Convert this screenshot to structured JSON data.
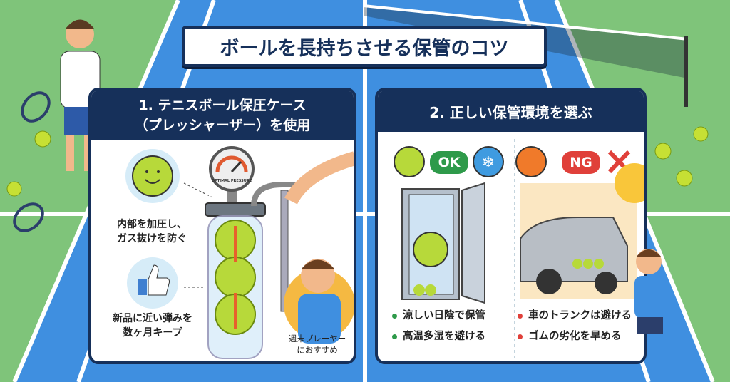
{
  "title": "ボールを長持ちさせる保管のコツ",
  "colors": {
    "navy": "#16305a",
    "ok": "#2e9a4a",
    "ng": "#e0403a",
    "ball": "#b7d93a",
    "court": "#3f8fe0",
    "grass": "#7fc47a"
  },
  "panel1": {
    "heading_line1": "1. テニスボール保圧ケース",
    "heading_line2": "（プレッシャーザー）を使用",
    "gauge_text": "OPTIMAL PRESSURE",
    "point1": [
      "内部を加圧し、",
      "ガス抜けを防ぐ"
    ],
    "point2": [
      "新品に近い弾みを",
      "数ヶ月キープ"
    ],
    "recommend": [
      "週末プレーヤー",
      "におすすめ"
    ],
    "icons": [
      "smiling-ball-icon",
      "thumbs-up-icon",
      "pressure-gauge-icon",
      "pump-icon"
    ]
  },
  "panel2": {
    "heading": "2. 正しい保管環境を選ぶ",
    "ok_label": "OK",
    "ng_label": "NG",
    "ok_bullets": [
      "涼しい日陰で保管",
      "高温多湿を避ける"
    ],
    "ng_bullets": [
      "車のトランクは避ける",
      "ゴムの劣化を早める"
    ],
    "icons": [
      "happy-ball-icon",
      "snowflake-icon",
      "melting-ball-icon",
      "cross-icon",
      "cabinet-icon",
      "car-trunk-icon"
    ]
  }
}
